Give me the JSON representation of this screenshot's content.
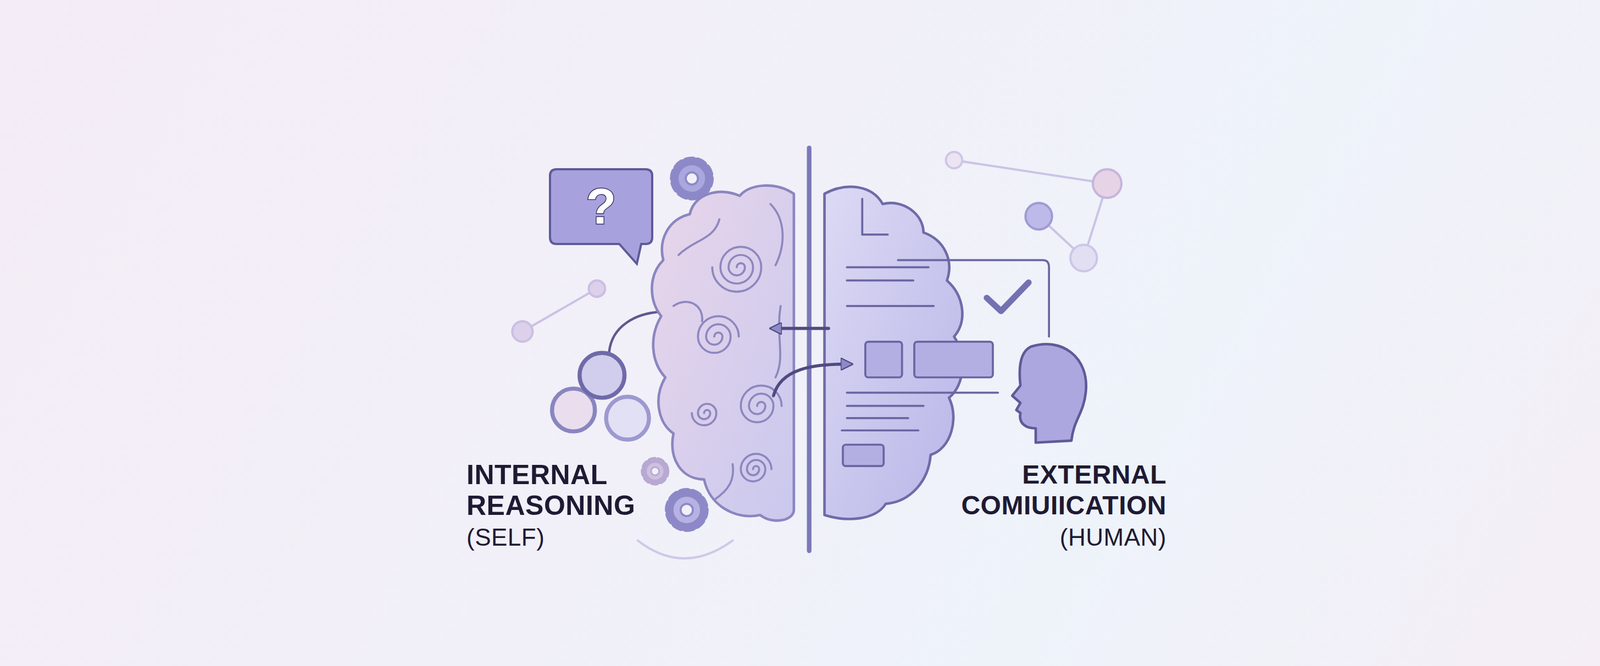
{
  "diagram": {
    "nodes": [
      {
        "text": [
          "?"
        ]
      }
    ],
    "labels": [
      "INTERNAL REASONING",
      "(SELF)",
      "EXTERNAL COMIUIICATION",
      "(HUMAN)"
    ]
  }
}
